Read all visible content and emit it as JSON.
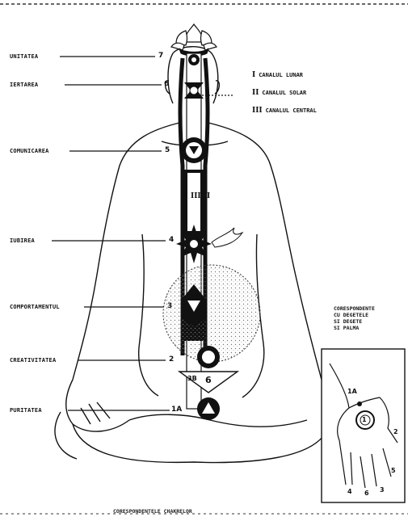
{
  "figure": {
    "labels": [
      {
        "id": "7",
        "name": "UNITATEA",
        "number": "7"
      },
      {
        "id": "6",
        "name": "IERTAREA",
        "number": "6"
      },
      {
        "id": "5",
        "name": "COMUNICAREA",
        "number": "5"
      },
      {
        "id": "4",
        "name": "IUBIREA",
        "number": "4"
      },
      {
        "id": "3",
        "name": "COMPORTAMENTUL",
        "number": "3"
      },
      {
        "id": "2",
        "name": "CREATIVITATEA",
        "number": "2"
      },
      {
        "id": "1A",
        "name": "PURITATEA",
        "number": "1A"
      }
    ],
    "legend": [
      {
        "roman": "I",
        "text": "CANALUL LUNAR"
      },
      {
        "roman": "II",
        "text": "CANALUL SOLAR"
      },
      {
        "roman": "III",
        "text": "CANALUL CENTRAL"
      }
    ],
    "channel_marks": [
      "II",
      "III",
      "I"
    ],
    "lower_marks": {
      "void": "3B",
      "nabhi": "6"
    },
    "correspondence": [
      "CORESPONDENTE",
      "CU DEGETELE",
      "SI DEGETE",
      "SI PALMA"
    ],
    "hand_numbers": [
      "1A",
      "1",
      "2",
      "3",
      "4",
      "5",
      "6"
    ],
    "bottom_text": [
      "CORESPONDENTELE CHAKRELOR"
    ],
    "colors": {
      "ink": "#111111",
      "paper": "#ffffff",
      "void_dots": "#777777"
    }
  }
}
